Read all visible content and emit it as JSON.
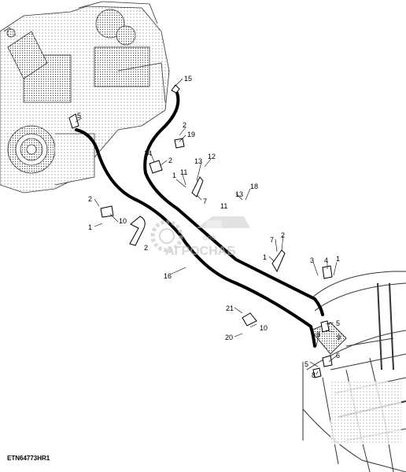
{
  "diagram": {
    "reference_code": "ETN64773HR1",
    "callouts": [
      "1",
      "2",
      "3",
      "4",
      "5",
      "6",
      "7",
      "8",
      "9",
      "10",
      "11",
      "12",
      "13",
      "14",
      "15",
      "16",
      "18",
      "19",
      "20",
      "21"
    ]
  },
  "watermark": {
    "prefix": "ООО",
    "brand": "АГРОСНАБ",
    "color": "#c8c8c8"
  },
  "labels": {
    "c15": "15",
    "c5a": "5",
    "c2a": "2",
    "c19": "19",
    "c14": "14",
    "c2b": "2",
    "c12": "12",
    "c13a": "13",
    "c11a": "11",
    "c1a": "1",
    "c7a": "7",
    "c18": "18",
    "c13b": "13",
    "c11b": "11",
    "c2c": "2",
    "c10a": "10",
    "c1b": "1",
    "c2d": "2",
    "c7b": "7",
    "c2e": "2",
    "c1c": "1",
    "c3": "3",
    "c4": "4",
    "c1d": "1",
    "c16": "16",
    "c21": "21",
    "c10b": "10",
    "c20": "20",
    "c5b": "5",
    "c6a": "6",
    "c9": "9",
    "c5c": "5",
    "c6b": "6",
    "c8": "8",
    "c5d": "5"
  }
}
